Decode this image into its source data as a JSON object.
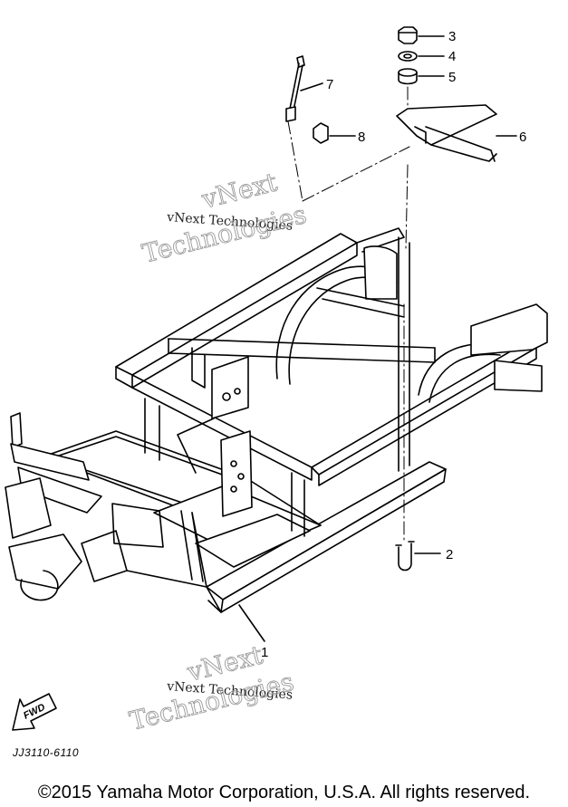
{
  "callouts": [
    "1",
    "2",
    "3",
    "4",
    "5",
    "6",
    "7",
    "8"
  ],
  "watermark": {
    "line1": "vNext Technologies",
    "outline_top": "vNext",
    "outline_bottom": "Technologies"
  },
  "fwd_label": "FWD",
  "diagram_code": "JJ3110-6110",
  "copyright": "©2015 Yamaha Motor Corporation, U.S.A. All rights reserved."
}
